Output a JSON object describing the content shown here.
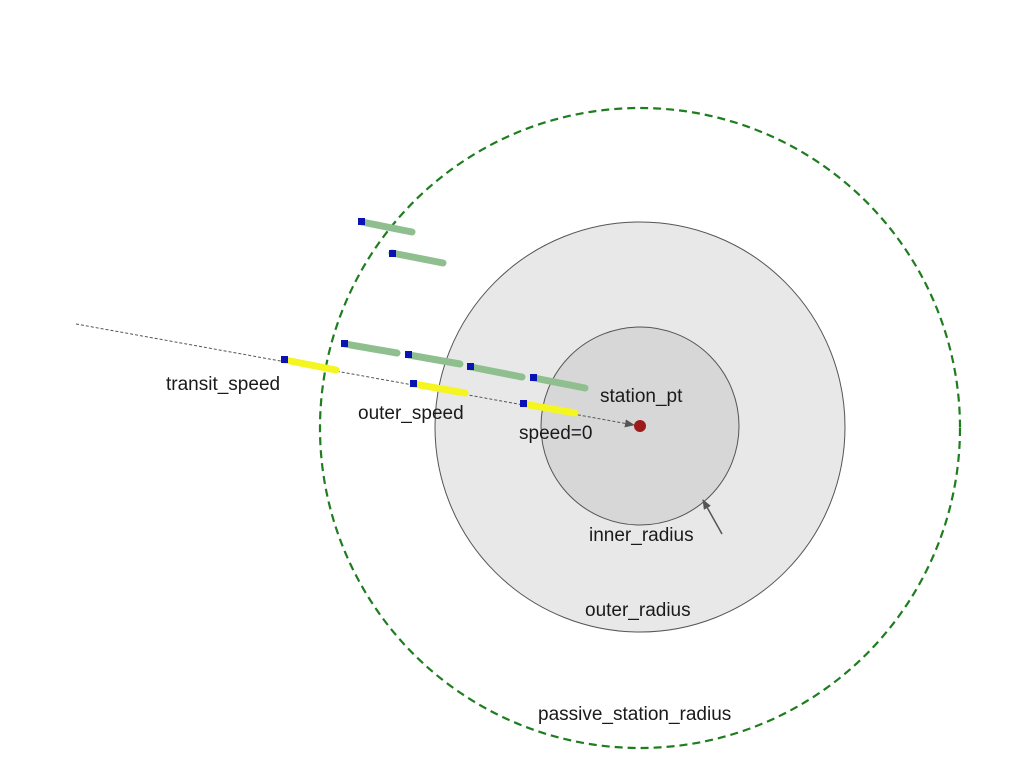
{
  "labels": {
    "transit_speed": "transit_speed",
    "outer_speed": "outer_speed",
    "speed_zero": "speed=0",
    "station_pt": "station_pt",
    "inner_radius": "inner_radius",
    "outer_radius": "outer_radius",
    "passive_station_radius": "passive_station_radius"
  },
  "colors": {
    "passive_circle": "#1e7d1e",
    "outer_circle_fill": "#e8e8e8",
    "inner_circle_fill": "#d7d7d7",
    "circle_stroke": "#555555",
    "station_point": "#9c1c1c",
    "vessel_green": "#8fbf8f",
    "vessel_yellow": "#f5f522",
    "vessel_bow": "#0a14b4",
    "path_line": "#555555"
  }
}
